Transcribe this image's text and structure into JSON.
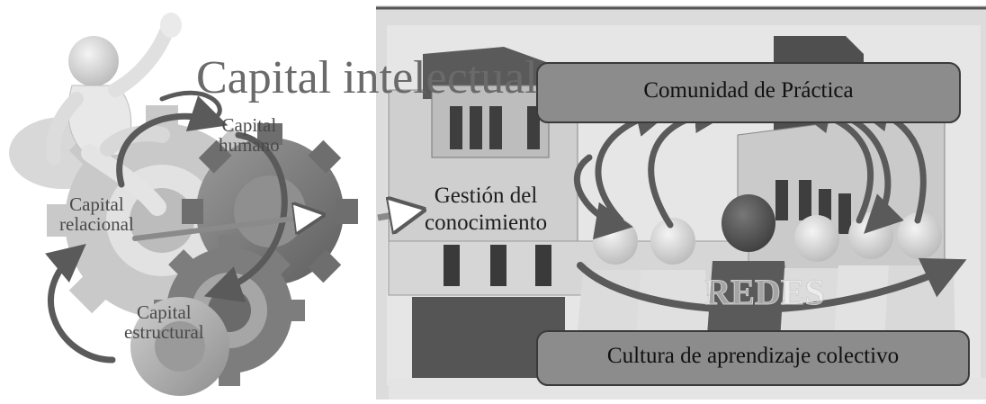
{
  "title": "Capital intelectual",
  "left": {
    "capital_humano": [
      "Capital",
      "humano"
    ],
    "capital_relacional": [
      "Capital",
      "relacional"
    ],
    "capital_estructural": [
      "Capital",
      "estructural"
    ]
  },
  "center": {
    "gestion_line1": "Gestión del",
    "gestion_line2": "conocimiento"
  },
  "right": {
    "comunidad": "Comunidad de Práctica",
    "cultura": "Cultura de aprendizaje colectivo",
    "redes": "REDES"
  },
  "colors": {
    "box_fill": "#8c8c8c",
    "arrow": "#5a5a5a",
    "text_dark": "#3c3c3c"
  }
}
